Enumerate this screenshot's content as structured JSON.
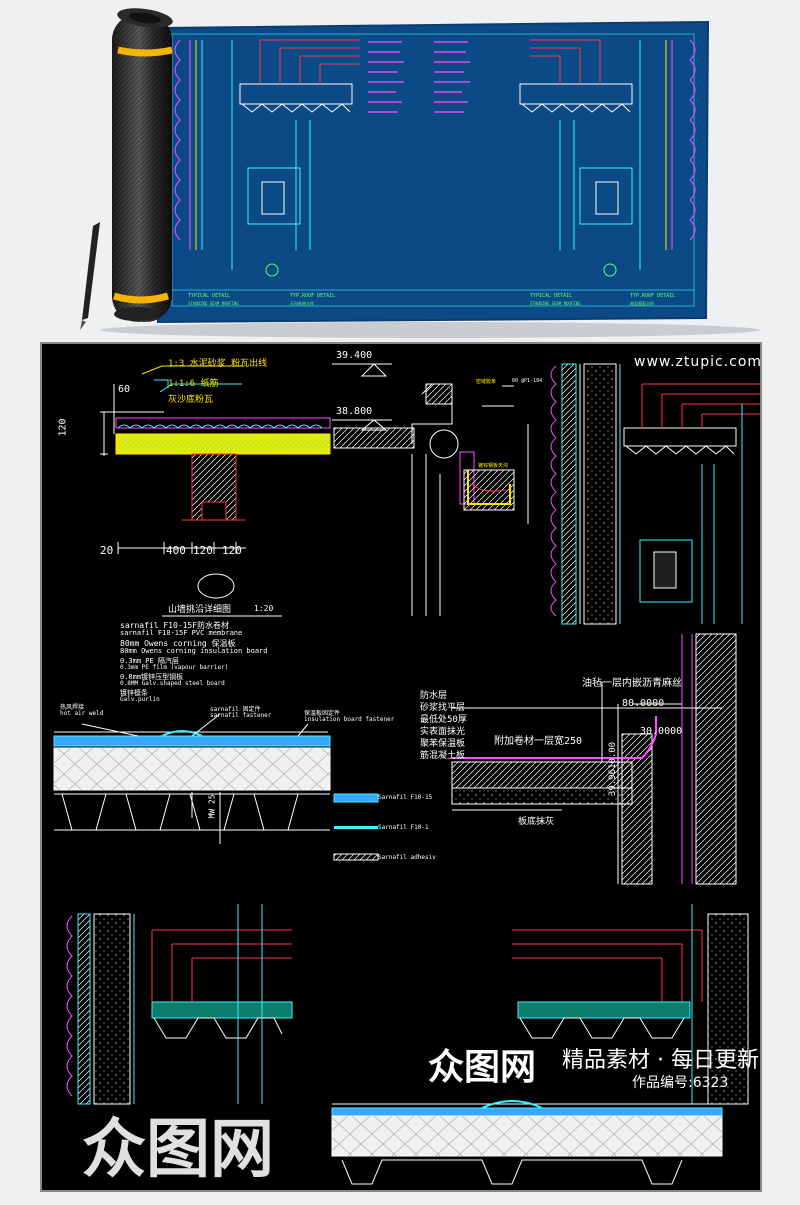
{
  "site": {
    "url": "www.ztupic.com"
  },
  "blue_sheet": {
    "left_caption": "TYPICAL DETAIL",
    "left_caption_sub": "STANDING SEAM ROOFING",
    "right_caption": "TYP.ROOF DETAIL",
    "right_caption_sub": "天沟系统大样",
    "left_caption2": "TYPICAL DETAIL",
    "left_caption2_sub": "STANDING SEAM ROOFING",
    "right_caption2": "TYP.ROOF DETAIL",
    "right_caption2_sub": "典型屋面大样"
  },
  "parapet": {
    "note1": "1:3 水泥砂浆 粉瓦出线",
    "note2": "1:1:6 纸筋",
    "note3": "灰沙底粉瓦",
    "dim_60": "60",
    "dim_120v": "120",
    "dim_bottom": [
      "20",
      "400",
      "120",
      "120"
    ],
    "title": "山墙挑沿详细图",
    "scale": "1:20"
  },
  "gutter": {
    "elev_top": "39.400",
    "elev_mid": "38.800",
    "note_a": "密缝胶条",
    "note_b": "60 @P1-104",
    "note_c": "镀锌钢板天沟"
  },
  "membrane": {
    "lines": [
      "sarnafil F10-15F防水卷材",
      "sarnafil F10-15F PVC membrane",
      "80mm Owens corning 保温板",
      "80mm Owens corning insulation board",
      "0.3mm PE 隔汽层",
      "0.3mm PE film (vapour barrier)",
      "0.8mm镀锌压型钢板",
      "0.8MM Galv.shaped steel board",
      "镀锌檩条",
      "Galv.purlin"
    ],
    "label_hot": "热风焊接",
    "label_hot_en": "hot air weld",
    "label_fast": "sarnafil 固定件",
    "label_fast_en": "sarnafil fastener",
    "label_ins": "保温板固定件",
    "label_ins_en": "insulation board fastener",
    "dim_mw": "MW 25",
    "legend": [
      "Sarnafil F10-15",
      "Sarnafil F10-1",
      "Sarnafil adhesiv"
    ]
  },
  "waterproof": {
    "title": "油毡一层内嵌沥青麻丝",
    "layers": [
      "防水层",
      "砂浆找平层",
      "最低处50厚",
      "实表面抹光",
      "聚苯保温板",
      "筋混凝土板"
    ],
    "extra": "附加卷材一层宽250",
    "elev1": "80.0000",
    "elev2": "30.0000",
    "elev3": "39.9610.00",
    "note_bottom": "板底抹灰"
  },
  "watermark": {
    "brand": "众图网",
    "slogan": "精品素材 · 每日更新",
    "code": "作品编号:6323"
  }
}
